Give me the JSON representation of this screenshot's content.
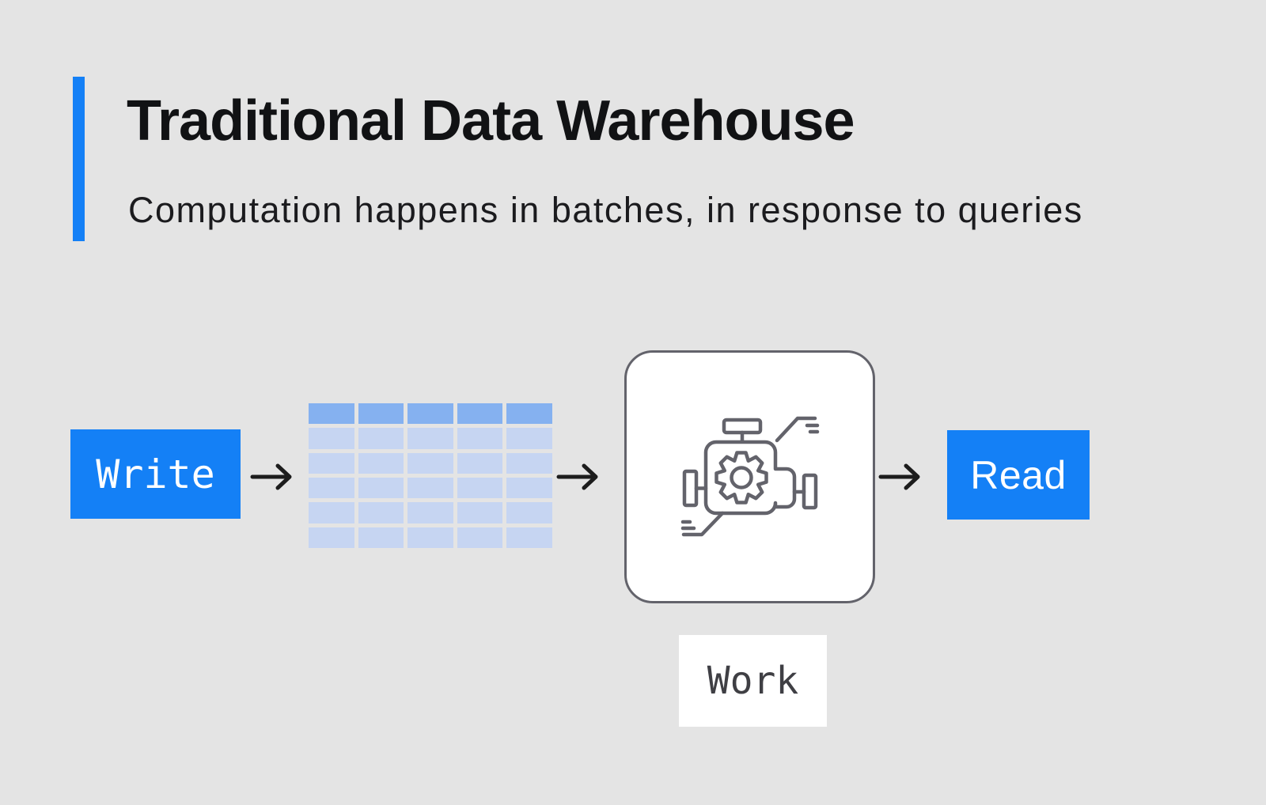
{
  "header": {
    "title": "Traditional Data Warehouse",
    "subtitle": "Computation happens in batches, in response to queries"
  },
  "flow": {
    "write_label": "Write",
    "read_label": "Read",
    "work_box": {
      "label": "Work",
      "icon": "engine-icon"
    },
    "storage_table": {
      "columns": 5,
      "rows": 6,
      "header_rows": 1
    },
    "arrow_icon": "arrow-right-icon",
    "sequence": [
      "Write",
      "table",
      "engine",
      "Read"
    ]
  },
  "colors": {
    "background": "#e4e4e4",
    "accent_blue": "#1480f6",
    "table_header_cell": "#85b1f0",
    "table_body_cell": "#c6d5f2",
    "box_border": "#63636b",
    "box_fill": "#ffffff",
    "arrow": "#1c1c1c",
    "title_text": "#111214",
    "subtitle_text": "#1b1b1e",
    "button_text": "#ffffff",
    "work_text": "#3f3f44"
  }
}
